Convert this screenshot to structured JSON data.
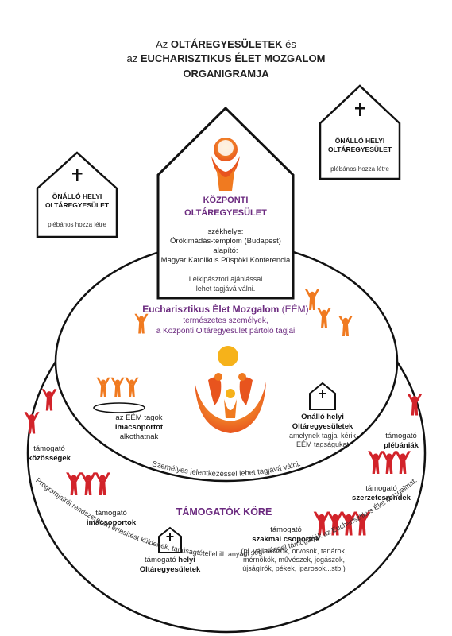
{
  "title": {
    "line1_pre": "Az ",
    "line1_bold": "OLTÁREGYESÜLETEK",
    "line1_post": " és",
    "line2_pre": "az ",
    "line2_bold": "EUCHARISZTIKUS ÉLET MOZGALOM",
    "line3": "ORGANIGRAMJA"
  },
  "colors": {
    "purple": "#6b2a7f",
    "red": "#d2232a",
    "orange": "#f07a20",
    "gold": "#f6b21a",
    "outline": "#111111"
  },
  "central": {
    "name_line1": "KÖZPONTI",
    "name_line2": "OLTÁREGYESÜLET",
    "seat_label": "székhelye:",
    "seat_value": "Örökimádás-templom (Budapest)",
    "founder_label": "alapító:",
    "founder_value": "Magyar Katolikus Püspöki Konferencia",
    "membership_line1": "Lelkipásztori ajánlással",
    "membership_line2": "lehet tagjává válni."
  },
  "local_left": {
    "line1": "ÖNÁLLÓ HELYI",
    "line2": "OLTÁREGYESÜLET",
    "note": "plébános hozza létre"
  },
  "local_right": {
    "line1": "ÖNÁLLÓ HELYI",
    "line2": "OLTÁREGYESÜLET",
    "note": "plébános hozza létre"
  },
  "eem": {
    "title_main": "Eucharisztikus Élet Mozgalom",
    "title_abbr": " (EÉM)",
    "sub_line1": "természetes személyek,",
    "sub_line2": "a Központi Oltáregyesület pártoló tagjai",
    "prayer_line1": "az EÉM tagok",
    "prayer_line2": "imacsoportot",
    "prayer_line3": "alkothatnak",
    "local_line1": "Önálló helyi",
    "local_line2": "Oltáregyesületek",
    "local_line3": "amelynek tagjai kérik",
    "local_line4": "EÉM tagságukat",
    "arc_text": "Személyes jelentkezéssel lehet tagjává válni."
  },
  "supporters": {
    "title": "TÁMOGATÓK KÖRE",
    "communities_line1": "támogató",
    "communities_line2": "közösségek",
    "prayer_groups_line1": "támogató",
    "prayer_groups_line2": "imacsoportok",
    "parishes_line1": "támogató",
    "parishes_line2": "plébániák",
    "orders_line1": "támogató",
    "orders_line2": "szerzetesrendek",
    "professional_line1": "támogató",
    "professional_line2": "szakmai csoportok",
    "professional_line3": "(pl. vállalkozók, orvosok, tanárok,",
    "professional_line4": "mérnökök, művészek, jogászok,",
    "professional_line5": "újságírók, pékek, iparosok...stb.)",
    "local_line1_pre": "támogató ",
    "local_line1_bold": "helyi",
    "local_line2": "Oltáregyesületek",
    "arc_text": "Programjairól rendszeresen értesítést küldenek, tanúságtétellel ill. anyagi segítséggel támogatják az Eucharisztikus Élet Mozgalmat."
  }
}
